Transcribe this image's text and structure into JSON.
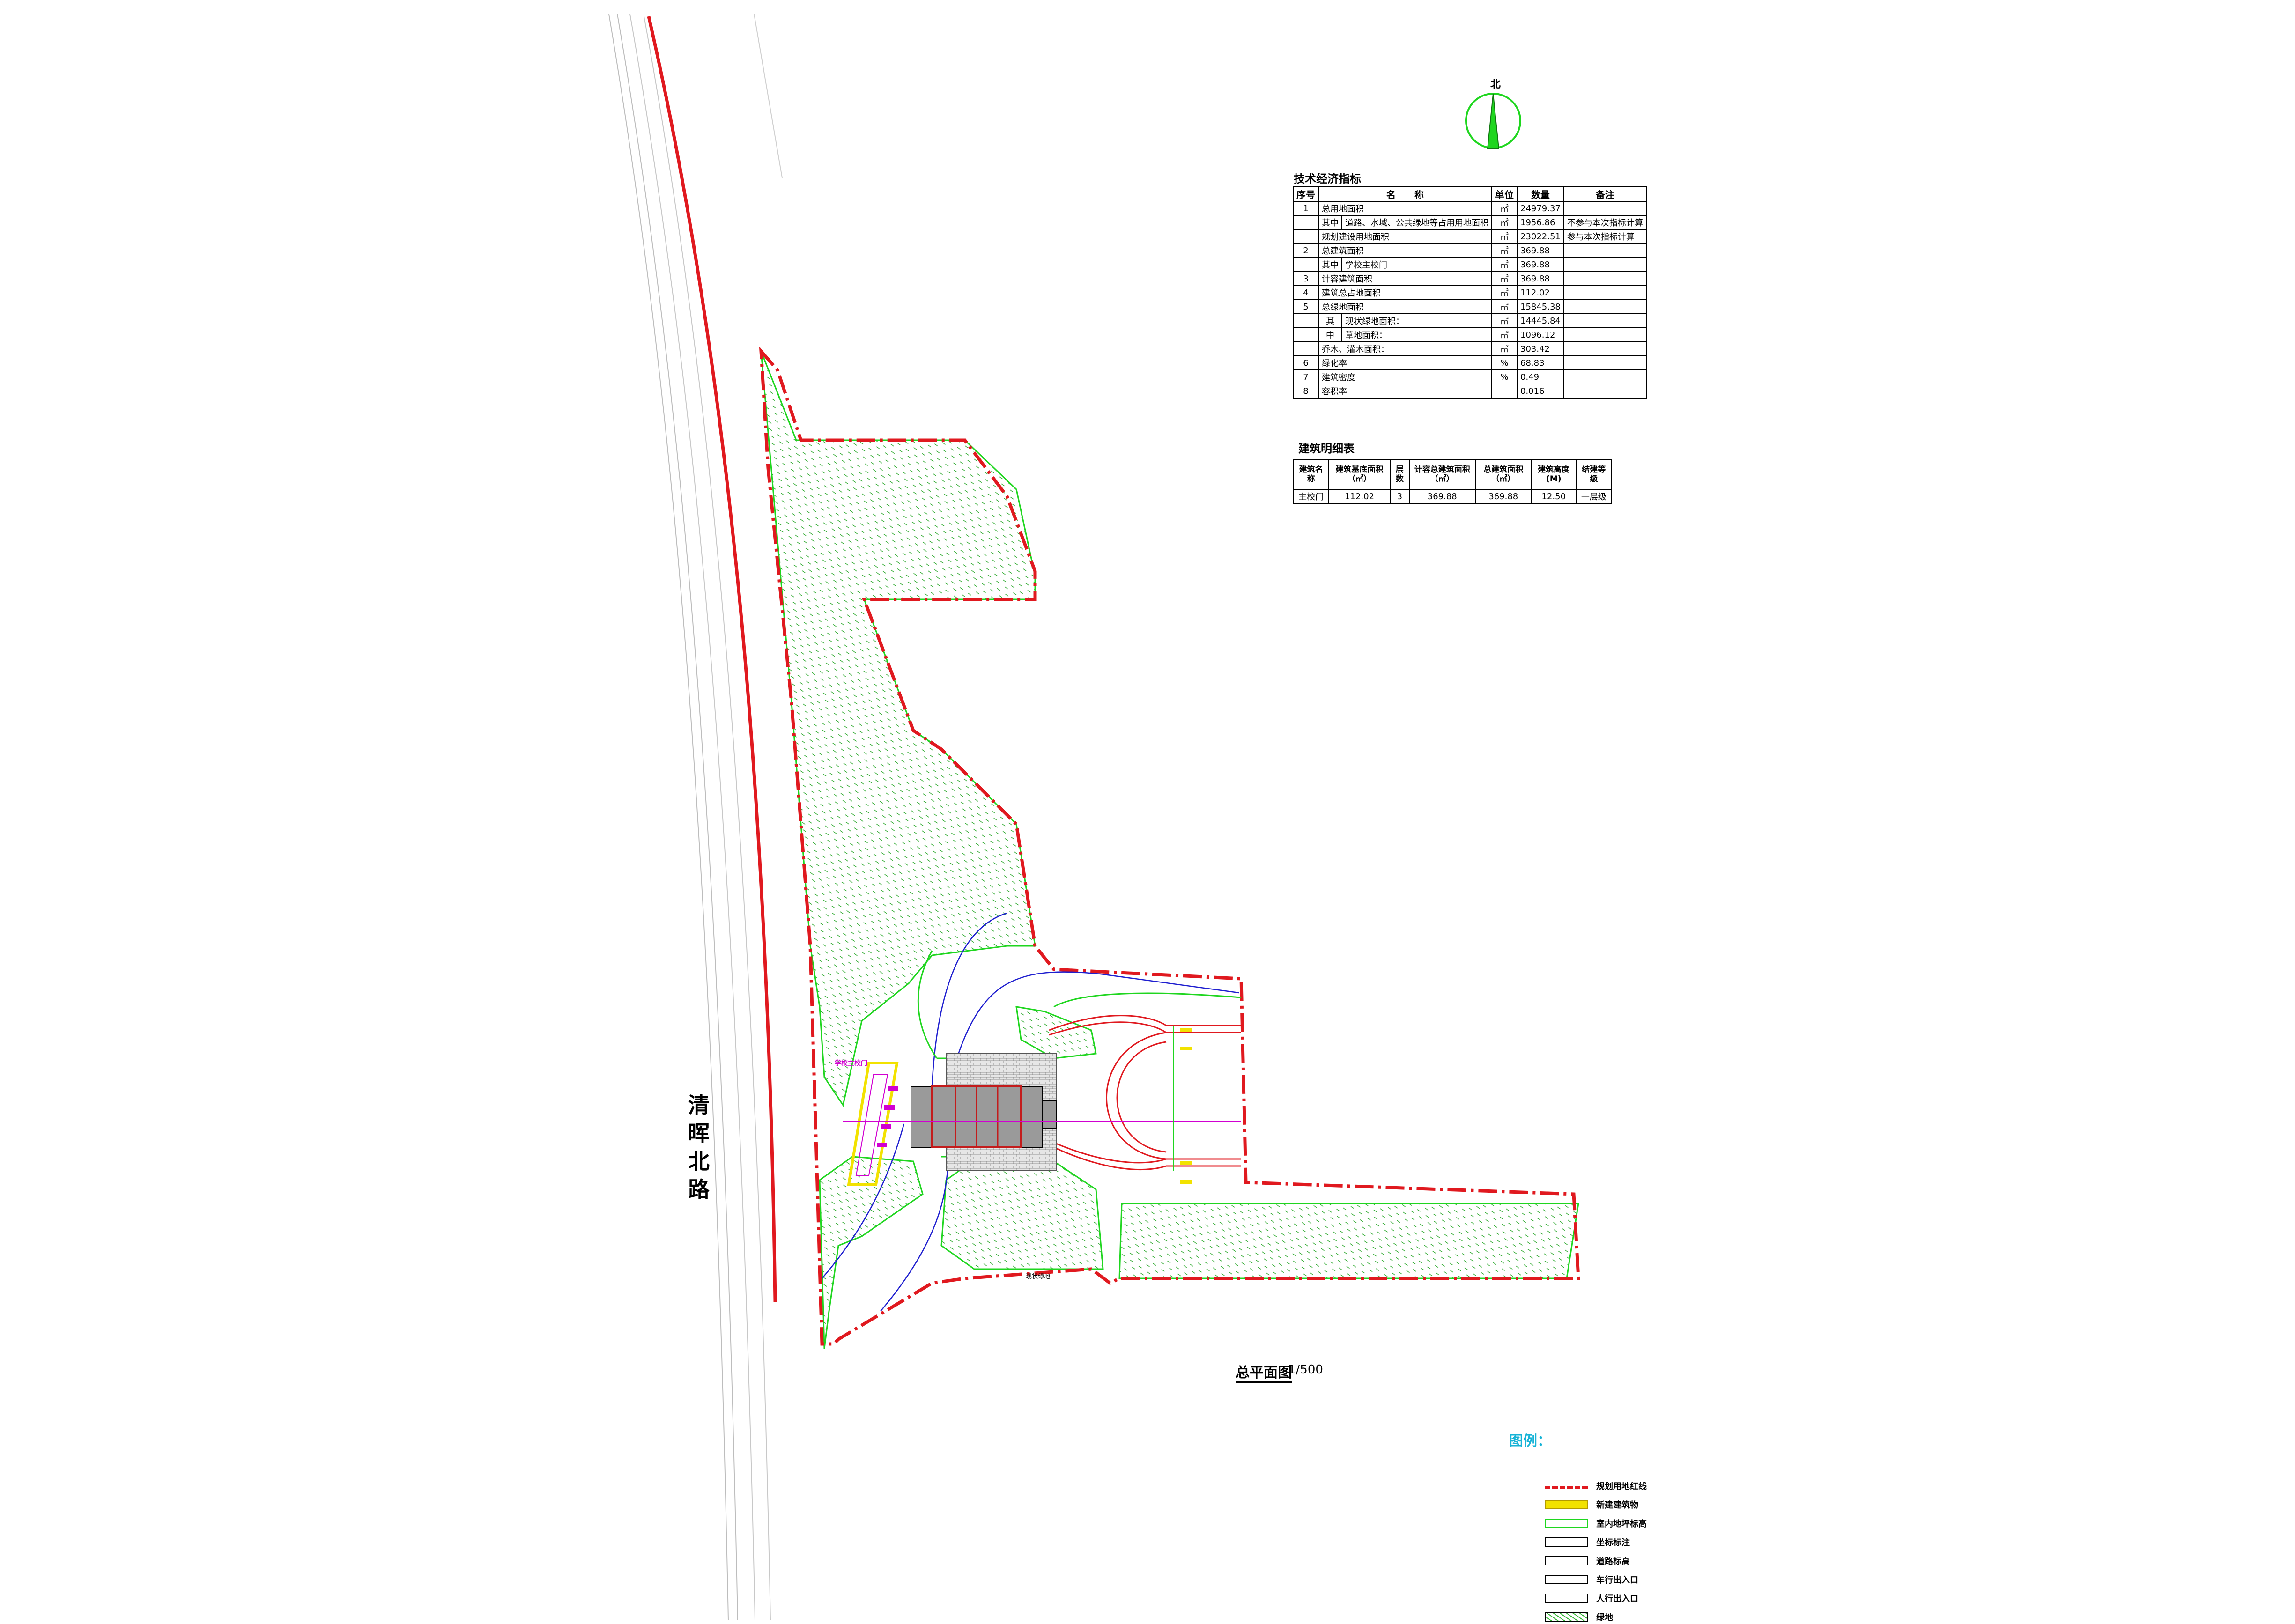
{
  "north_label": "北",
  "road_name": "清晖北路",
  "plan_title": "总平面图",
  "plan_scale": "1/500",
  "tech_table": {
    "title": "技术经济指标",
    "headers": [
      "序号",
      "名　　称",
      "单位",
      "数量",
      "备注"
    ],
    "rows": [
      {
        "no": "1",
        "sub": "",
        "name": "总用地面积",
        "unit": "㎡",
        "value": "24979.37",
        "note": ""
      },
      {
        "no": "",
        "sub": "其中",
        "name": "道路、水域、公共绿地等占用用地面积",
        "unit": "㎡",
        "value": "1956.86",
        "note": "不参与本次指标计算"
      },
      {
        "no": "",
        "sub": "",
        "name": "规划建设用地面积",
        "unit": "㎡",
        "value": "23022.51",
        "note": "参与本次指标计算"
      },
      {
        "no": "2",
        "sub": "",
        "name": "总建筑面积",
        "unit": "㎡",
        "value": "369.88",
        "note": ""
      },
      {
        "no": "",
        "sub": "其中",
        "name": "学校主校门",
        "unit": "㎡",
        "value": "369.88",
        "note": ""
      },
      {
        "no": "3",
        "sub": "",
        "name": "计容建筑面积",
        "unit": "㎡",
        "value": "369.88",
        "note": ""
      },
      {
        "no": "4",
        "sub": "",
        "name": "建筑总占地面积",
        "unit": "㎡",
        "value": "112.02",
        "note": ""
      },
      {
        "no": "5",
        "sub": "",
        "name": "总绿地面积",
        "unit": "㎡",
        "value": "15845.38",
        "note": ""
      },
      {
        "no": "",
        "sub": "其",
        "name": "现状绿地面积：",
        "unit": "㎡",
        "value": "14445.84",
        "note": ""
      },
      {
        "no": "",
        "sub": "中",
        "name": "草地面积：",
        "unit": "㎡",
        "value": "1096.12",
        "note": ""
      },
      {
        "no": "",
        "sub": "",
        "name": "乔木、灌木面积：",
        "unit": "㎡",
        "value": "303.42",
        "note": ""
      },
      {
        "no": "6",
        "sub": "",
        "name": "绿化率",
        "unit": "%",
        "value": "68.83",
        "note": ""
      },
      {
        "no": "7",
        "sub": "",
        "name": "建筑密度",
        "unit": "%",
        "value": "0.49",
        "note": ""
      },
      {
        "no": "8",
        "sub": "",
        "name": "容积率",
        "unit": "",
        "value": "0.016",
        "note": ""
      }
    ]
  },
  "building_table": {
    "title": "建筑明细表",
    "headers": [
      "建筑名称",
      "建筑基底面积（㎡）",
      "层数",
      "计容总建筑面积（㎡）",
      "总建筑面积（㎡）",
      "建筑高度(M)",
      "结建等级"
    ],
    "rows": [
      [
        "主校门",
        "112.02",
        "3",
        "369.88",
        "369.88",
        "12.50",
        "一层级"
      ]
    ]
  },
  "legend": {
    "title": "图例：",
    "items": [
      {
        "label": "规划用地红线",
        "icon": "red-dashed-line-icon"
      },
      {
        "label": "新建建筑物",
        "icon": "yellow-building-icon"
      },
      {
        "label": "室内地坪标高",
        "icon": "green-elevation-icon"
      },
      {
        "label": "坐标标注",
        "icon": "coordinate-icon"
      },
      {
        "label": "道路标高",
        "icon": "road-elevation-icon"
      },
      {
        "label": "车行出入口",
        "icon": "vehicle-entrance-icon"
      },
      {
        "label": "人行出入口",
        "icon": "pedestrian-entrance-icon"
      },
      {
        "label": "绿地",
        "icon": "green-hatch-icon"
      }
    ]
  },
  "colors": {
    "red_line": "#e0191f",
    "green": "#1fd61f",
    "blue": "#1f1fcf",
    "magenta": "#d100d1",
    "yellow": "#f2e200",
    "legend_title": "#16b3d6"
  },
  "plan_labels": {
    "gate": "学校主校门",
    "green_existing": "现状绿地"
  }
}
